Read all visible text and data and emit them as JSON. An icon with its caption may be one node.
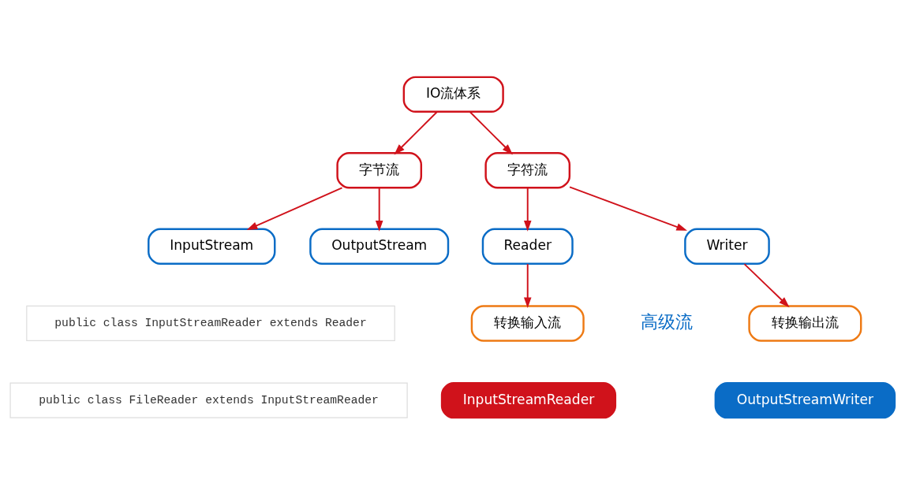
{
  "diagram": {
    "nodes": [
      {
        "text": [
          "IO流体系"
        ]
      },
      {
        "text": [
          "字节流"
        ]
      },
      {
        "text": [
          "字符流"
        ]
      },
      {
        "text": [
          "InputStream"
        ]
      },
      {
        "text": [
          "OutputStream"
        ]
      },
      {
        "text": [
          "Reader"
        ]
      },
      {
        "text": [
          "Writer"
        ]
      },
      {
        "text": [
          "转换输入流"
        ]
      },
      {
        "text": [
          "转换输出流"
        ]
      },
      {
        "text": [
          "InputStreamReader"
        ]
      },
      {
        "text": [
          "OutputStreamWriter"
        ]
      },
      {
        "text": [
          "public class InputStreamReader extends Reader"
        ]
      },
      {
        "text": [
          "public class FileReader extends InputStreamReader"
        ]
      }
    ],
    "edges": [
      {
        "from": 0,
        "to": 1,
        "arrow": "to"
      },
      {
        "from": 0,
        "to": 2,
        "arrow": "to"
      },
      {
        "from": 1,
        "to": 3,
        "arrow": "to"
      },
      {
        "from": 1,
        "to": 4,
        "arrow": "to"
      },
      {
        "from": 2,
        "to": 5,
        "arrow": "to"
      },
      {
        "from": 2,
        "to": 6,
        "arrow": "to"
      },
      {
        "from": 5,
        "to": 7,
        "arrow": "to"
      },
      {
        "from": 6,
        "to": 8,
        "arrow": "to"
      }
    ],
    "labels": [
      "高级流"
    ]
  }
}
